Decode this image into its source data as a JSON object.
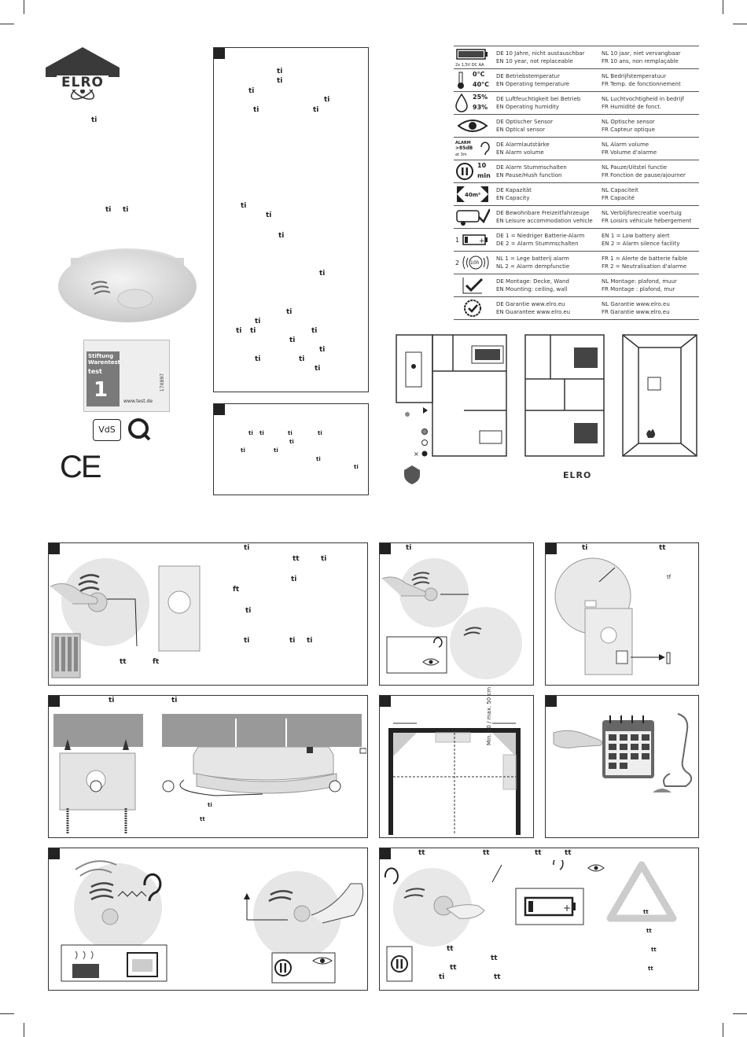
{
  "brand": {
    "name": "ELRO",
    "footer_name": "ELRO"
  },
  "certifications": {
    "stiftung_line1": "Stiftung",
    "stiftung_line2": "Warentest",
    "stiftung_test": "test",
    "stiftung_url": "www.test.de",
    "stiftung_code": "17X897",
    "vds": "VdS",
    "ce": "CE"
  },
  "glyphs": {
    "ti": "ti",
    "tt": "tt",
    "ft": "ft",
    "tf": "tf"
  },
  "specs": [
    {
      "icon": "battery-icon",
      "label": "2x 1,5V DC AA",
      "de": "DE 10 Jahre, nicht austauschbar",
      "en": "EN 10 year, not replaceable",
      "nl": "NL 10 jaar, niet vervangbaar",
      "fr": "FR 10 ans, non remplaçable"
    },
    {
      "icon": "thermometer-icon",
      "label_top": "0°C",
      "label_bottom": "40°C",
      "de": "DE Betriebstemperatur",
      "en": "EN Operating temperature",
      "nl": "NL Bedrijfstemperatuur",
      "fr": "FR Temp. de fonctionnement"
    },
    {
      "icon": "droplet-icon",
      "label_top": "25%",
      "label_bottom": "93%",
      "de": "DE Luftfeuchtigkeit bei Betrieb",
      "en": "EN Operating humidity",
      "nl": "NL Luchtvochtigheid in bedrijf",
      "fr": "FR Humidité de fonct."
    },
    {
      "icon": "eye-icon",
      "de": "DE Optischer Sensor",
      "en": "EN Optical sensor",
      "nl": "NL Optische sensor",
      "fr": "FR Capteur optique"
    },
    {
      "icon": "ear-icon",
      "label_top": "ALARM",
      "label_mid": ">85dB",
      "label_bottom": "at 3m",
      "de": "DE Alarmlautstärke",
      "en": "EN Alarm volume",
      "nl": "NL Alarm volume",
      "fr": "FR Volume d'alarme"
    },
    {
      "icon": "pause-icon",
      "label_top": "10",
      "label_bottom": "min",
      "de": "DE Alarm Stummschalten",
      "en": "EN Pause/Hush function",
      "nl": "NL Pauze/Uitstel functie",
      "fr": "FR Fonction de pause/ajourner"
    },
    {
      "icon": "area-icon",
      "label": "40m²",
      "de": "DE Kapazität",
      "en": "EN Capacity",
      "nl": "NL Capaciteit",
      "fr": "FR Capacité"
    },
    {
      "icon": "caravan-icon",
      "de": "DE Bewohnbare Freizeitfahrzeuge",
      "en": "EN Leisure accommodation vehicle",
      "nl": "NL Verblijfsrecreatie voertuig",
      "fr": "FR Loisirs véhicule hébergement"
    },
    {
      "icon": "low-battery-icon",
      "label": "1",
      "de": "DE 1 = Niedriger Batterie-Alarm",
      "en": "DE 2 = Alarm Stummschalten",
      "nl": "EN 1 = Low battery alert",
      "fr": "EN 2 = Alarm silence facility"
    },
    {
      "icon": "hush-icon",
      "label": "2",
      "label_inner": "10h",
      "de": "NL 1 = Lege batterij alarm",
      "en": "NL 2 = Alarm dempfunctie",
      "nl": "FR 1 = Alerte de batterie faible",
      "fr": "FR 2 = Neutralisation d'alarme"
    },
    {
      "icon": "checkmark-icon",
      "de": "DE Montage: Decke, Wand",
      "en": "EN Mounting: ceiling, wall",
      "nl": "NL Montage: plafond, muur",
      "fr": "FR Montage : plafond, mur"
    },
    {
      "icon": "guarantee-icon",
      "de": "DE Garantie www.elro.eu",
      "en": "EN Guarantee www.elro.eu",
      "nl": "NL Garantie www.elro.eu",
      "fr": "FR Garantie www.elro.eu"
    }
  ],
  "mounting_label": "Min. 30 / max. 50 cm"
}
